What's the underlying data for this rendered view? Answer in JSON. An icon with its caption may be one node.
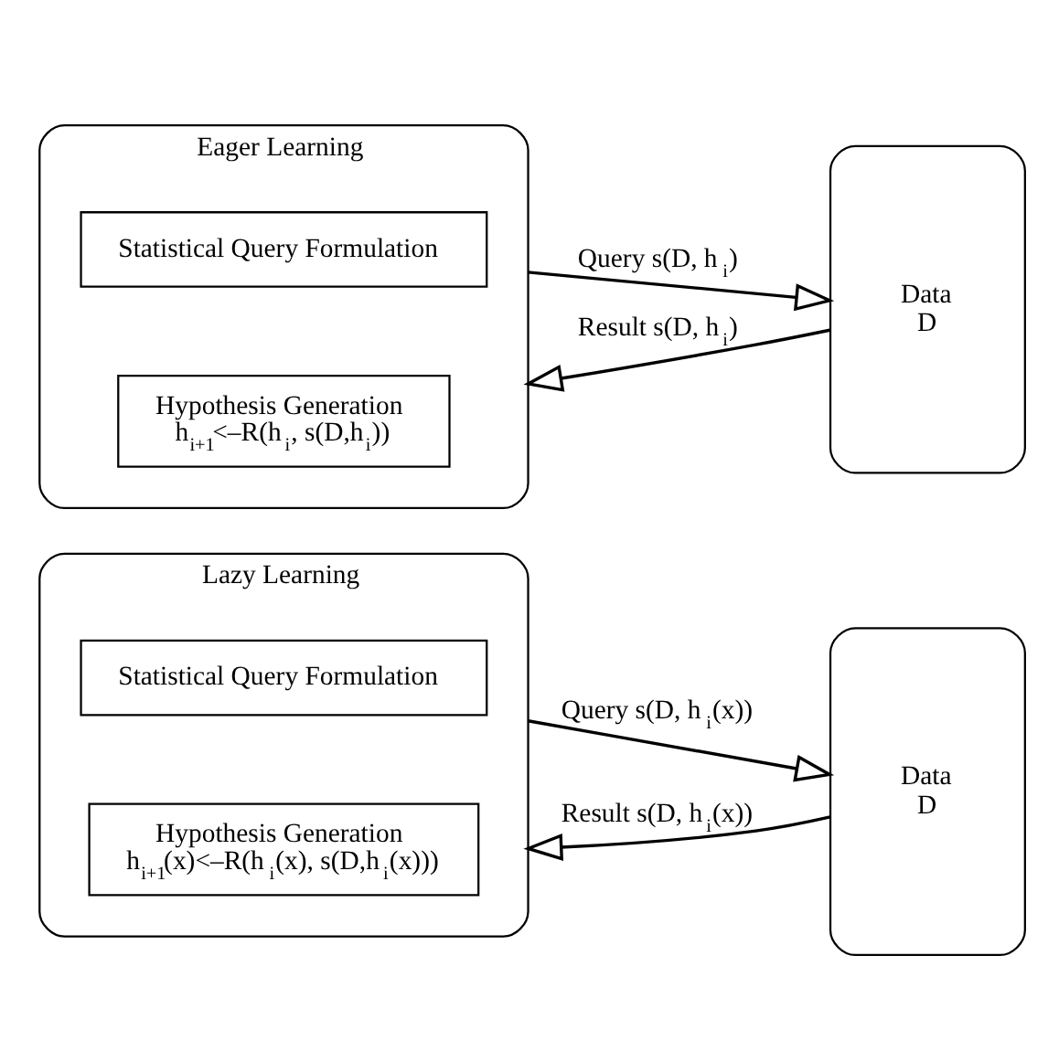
{
  "diagram": {
    "nodes": [
      {
        "text": [
          "Eager Learning"
        ]
      },
      {
        "text": [
          "Statistical Query Formulation"
        ],
        "in": 0
      },
      {
        "text": [
          "Hypothesis Generation",
          "h$_{i+1}$<–R(h$_{i}$, s(D,h$_{i}$))"
        ],
        "in": 0
      },
      {
        "text": [
          "Data",
          "D"
        ]
      },
      {
        "text": [
          "Lazy Learning"
        ]
      },
      {
        "text": [
          "Statistical Query Formulation"
        ],
        "in": 4
      },
      {
        "text": [
          "Hypothesis Generation",
          "h$_{i+1}$(x)<–R(h$_{i}$(x), s(D,h$_{i}$(x)))"
        ],
        "in": 4
      },
      {
        "text": [
          "Data",
          "D"
        ]
      }
    ],
    "edges": [
      {
        "from": 0,
        "to": 3,
        "arrow": "to",
        "label": "Query s(D, h$_{i}$)"
      },
      {
        "from": 3,
        "to": 0,
        "arrow": "to",
        "label": "Result s(D, h$_{i}$)"
      },
      {
        "from": 4,
        "to": 7,
        "arrow": "to",
        "label": "Query s(D, h$_{i}$(x))"
      },
      {
        "from": 7,
        "to": 4,
        "arrow": "to",
        "label": "Result s(D, h$_{i}$(x))"
      }
    ]
  }
}
